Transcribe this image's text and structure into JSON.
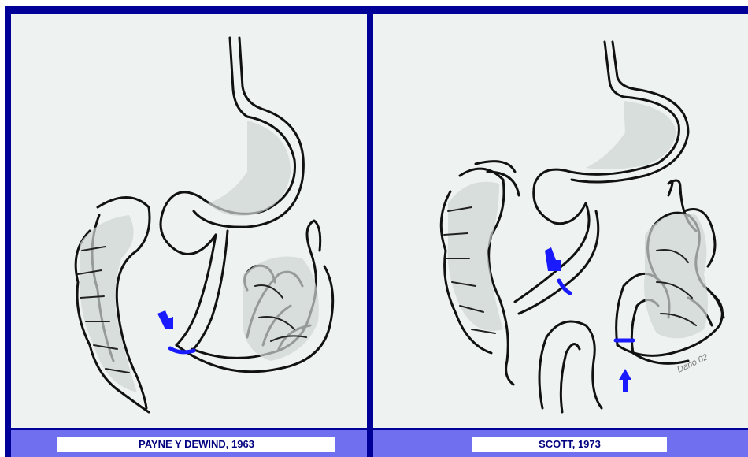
{
  "captions": {
    "left": "PAYNE Y  DEWIND,  1963",
    "right": "SCOTT, 1973"
  },
  "signature": "Dano 02",
  "colors": {
    "border": "#000099",
    "caption_bar": "#6f6fef",
    "caption_text": "#000080",
    "marker": "#1a1aff"
  }
}
